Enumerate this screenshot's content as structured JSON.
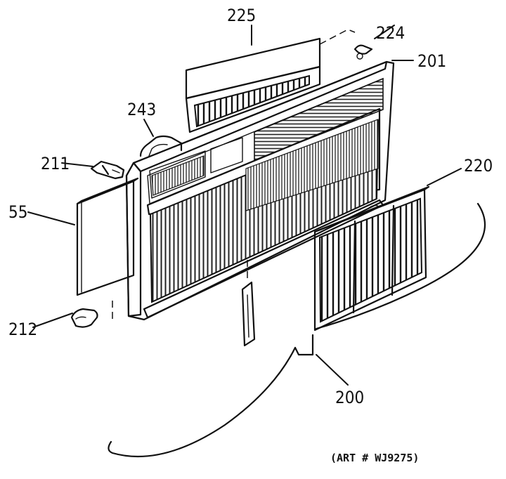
{
  "diagram": {
    "part_labels": {
      "p225": "225",
      "p224": "224",
      "p201": "201",
      "p243": "243",
      "p211": "211",
      "p220": "220",
      "p55": "55",
      "p212": "212",
      "p200": "200"
    },
    "art_number": "(ART # WJ9275)"
  }
}
